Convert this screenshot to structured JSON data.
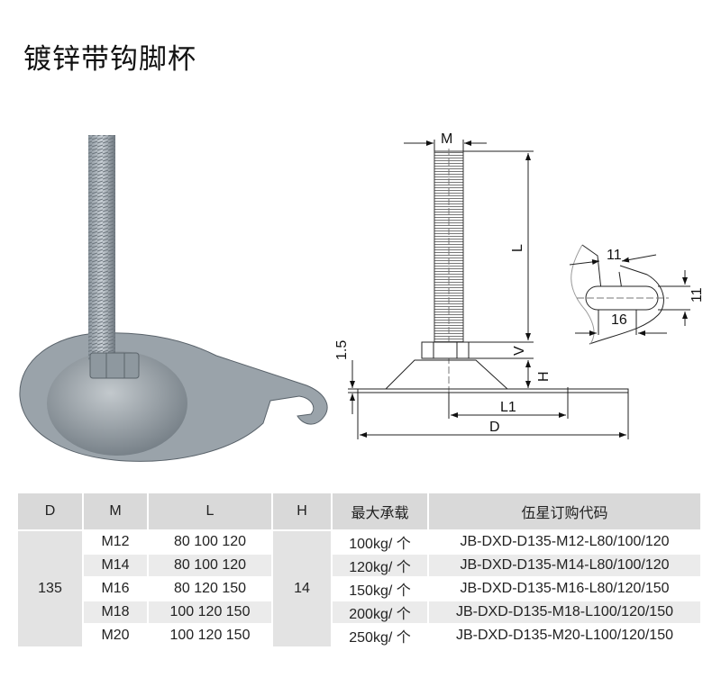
{
  "title": "镀锌带钩脚杯",
  "drawing_labels": {
    "M": "M",
    "L": "L",
    "V": "V",
    "H": "H",
    "thickness": "1.5",
    "L1": "L1",
    "D": "D",
    "slot_width": "11",
    "slot_height": "11",
    "slot_length": "16"
  },
  "table": {
    "headers": [
      "D",
      "M",
      "L",
      "H",
      "最大承载",
      "伍星订购代码"
    ],
    "D": "135",
    "H": "14",
    "rows": [
      {
        "M": "M12",
        "L": "80 100 120",
        "load": "100kg/ 个",
        "code": "JB-DXD-D135-M12-L80/100/120"
      },
      {
        "M": "M14",
        "L": "80 100 120",
        "load": "120kg/ 个",
        "code": "JB-DXD-D135-M14-L80/100/120"
      },
      {
        "M": "M16",
        "L": "80 120 150",
        "load": "150kg/ 个",
        "code": "JB-DXD-D135-M16-L80/120/150"
      },
      {
        "M": "M18",
        "L": "100 120 150",
        "load": "200kg/ 个",
        "code": "JB-DXD-D135-M18-L100/120/150"
      },
      {
        "M": "M20",
        "L": "100 120 150",
        "load": "250kg/ 个",
        "code": "JB-DXD-D135-M20-L100/120/150"
      }
    ]
  }
}
